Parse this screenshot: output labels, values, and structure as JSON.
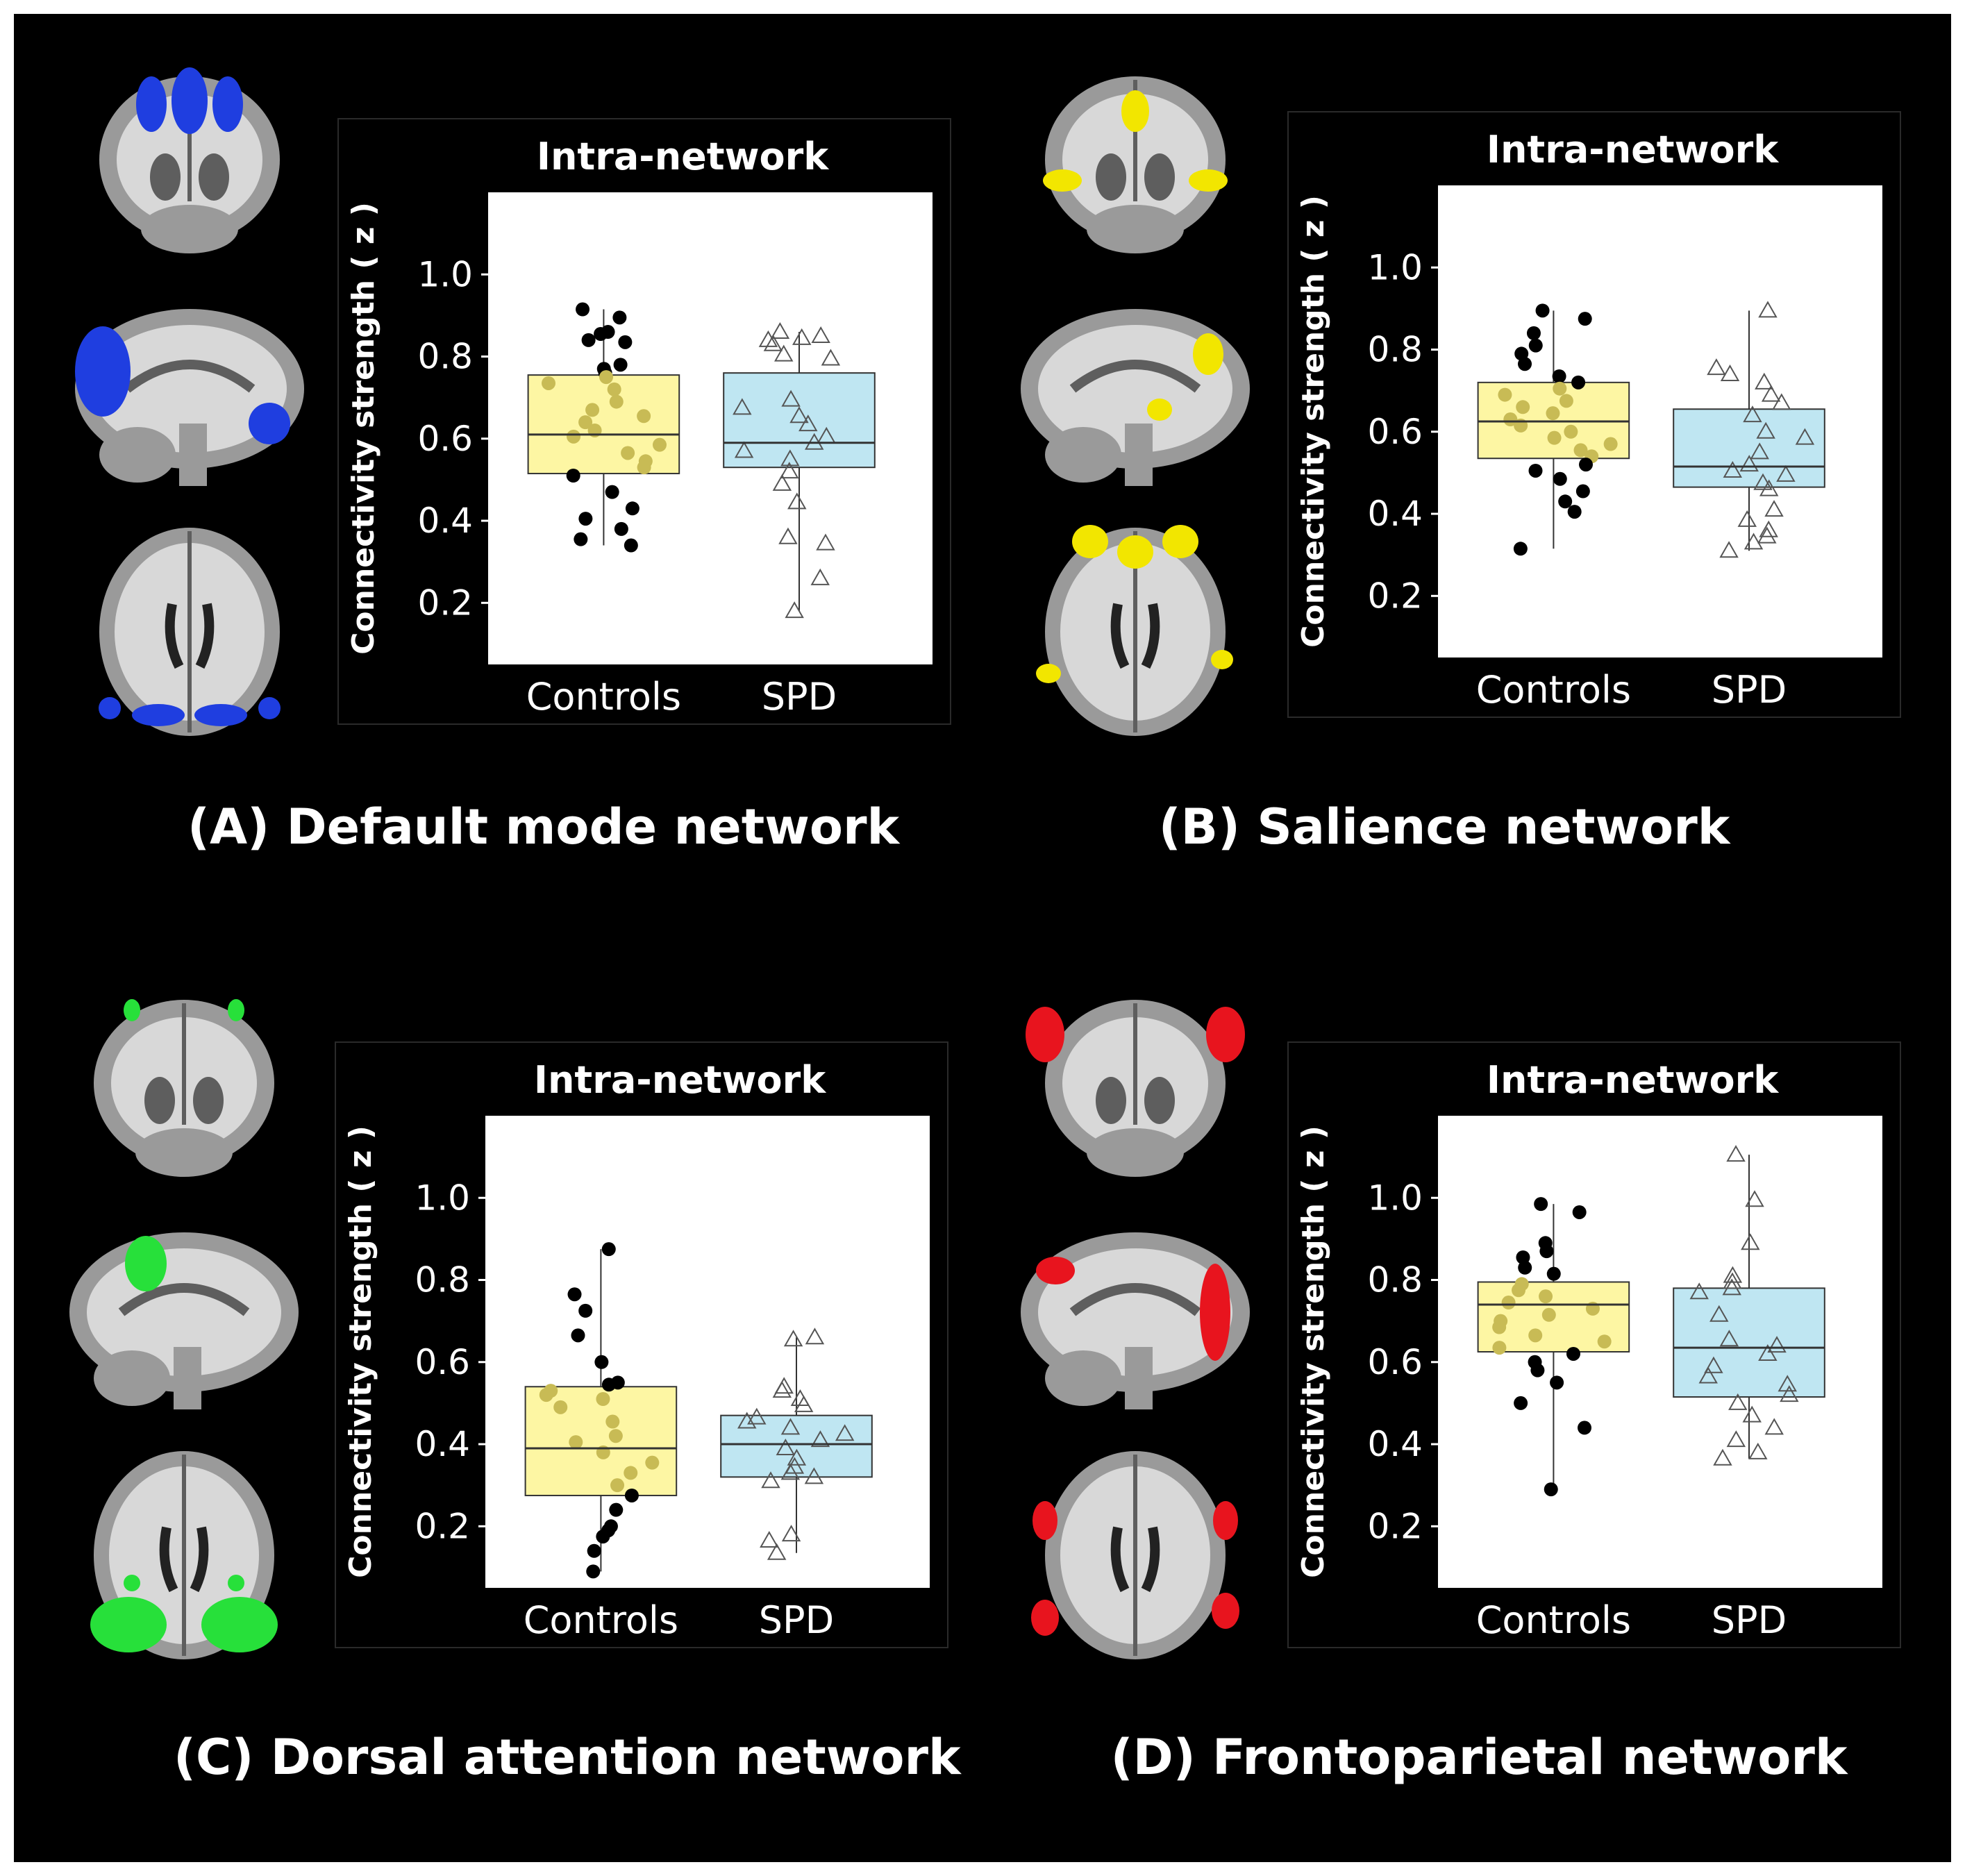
{
  "figure": {
    "background": "#000000",
    "controls_color": "#fdf6a3",
    "spd_color": "#bfe6f2"
  },
  "panels": [
    {
      "label": "(A) Default mode network",
      "network_color": "#1f3ee0",
      "brain_views": [
        "coronal-view",
        "sagittal-view",
        "axial-view"
      ],
      "chart_data": {
        "type": "box",
        "title": "Intra-network",
        "ylabel": "Connectivity strength ( z )",
        "categories": [
          "Controls",
          "SPD"
        ],
        "yticks": [
          "0.2",
          "0.4",
          "0.6",
          "0.8",
          "1.0"
        ],
        "ylim": [
          0.05,
          1.2
        ],
        "series": [
          {
            "median": 0.61,
            "q1": 0.515,
            "q3": 0.755,
            "whisker_low": 0.34,
            "whisker_high": 0.915,
            "points": [
              0.915,
              0.895,
              0.86,
              0.855,
              0.84,
              0.835,
              0.78,
              0.77,
              0.76,
              0.75,
              0.735,
              0.72,
              0.69,
              0.67,
              0.655,
              0.64,
              0.62,
              0.605,
              0.585,
              0.565,
              0.545,
              0.53,
              0.51,
              0.47,
              0.43,
              0.405,
              0.38,
              0.355,
              0.34
            ]
          },
          {
            "median": 0.59,
            "q1": 0.53,
            "q3": 0.76,
            "whisker_low": 0.18,
            "whisker_high": 0.86,
            "points": [
              0.86,
              0.85,
              0.845,
              0.84,
              0.83,
              0.805,
              0.795,
              0.695,
              0.675,
              0.655,
              0.635,
              0.605,
              0.59,
              0.57,
              0.55,
              0.52,
              0.49,
              0.445,
              0.36,
              0.345,
              0.26,
              0.18
            ]
          }
        ]
      }
    },
    {
      "label": "(B) Salience network",
      "network_color": "#f2e600",
      "brain_views": [
        "coronal-view",
        "sagittal-view",
        "axial-view"
      ],
      "chart_data": {
        "type": "box",
        "title": "Intra-network",
        "ylabel": "Connectivity strength ( z )",
        "categories": [
          "Controls",
          "SPD"
        ],
        "yticks": [
          "0.2",
          "0.4",
          "0.6",
          "0.8",
          "1.0"
        ],
        "ylim": [
          0.05,
          1.2
        ],
        "series": [
          {
            "median": 0.625,
            "q1": 0.535,
            "q3": 0.72,
            "whisker_low": 0.315,
            "whisker_high": 0.895,
            "points": [
              0.895,
              0.875,
              0.84,
              0.81,
              0.79,
              0.765,
              0.735,
              0.72,
              0.705,
              0.69,
              0.675,
              0.66,
              0.645,
              0.63,
              0.615,
              0.6,
              0.585,
              0.57,
              0.555,
              0.54,
              0.52,
              0.505,
              0.485,
              0.455,
              0.43,
              0.405,
              0.315
            ]
          },
          {
            "median": 0.515,
            "q1": 0.465,
            "q3": 0.655,
            "whisker_low": 0.31,
            "whisker_high": 0.895,
            "points": [
              0.895,
              0.755,
              0.74,
              0.72,
              0.69,
              0.67,
              0.64,
              0.6,
              0.585,
              0.55,
              0.52,
              0.505,
              0.495,
              0.475,
              0.46,
              0.41,
              0.385,
              0.36,
              0.345,
              0.33,
              0.31
            ]
          }
        ]
      }
    },
    {
      "label": "(C) Dorsal attention network",
      "network_color": "#27e03a",
      "brain_views": [
        "coronal-view",
        "sagittal-view",
        "axial-view"
      ],
      "chart_data": {
        "type": "box",
        "title": "Intra-network",
        "ylabel": "Connectivity strength ( z )",
        "categories": [
          "Controls",
          "SPD"
        ],
        "yticks": [
          "0.2",
          "0.4",
          "0.6",
          "0.8",
          "1.0"
        ],
        "ylim": [
          0.05,
          1.2
        ],
        "series": [
          {
            "median": 0.39,
            "q1": 0.275,
            "q3": 0.54,
            "whisker_low": 0.09,
            "whisker_high": 0.875,
            "points": [
              0.875,
              0.765,
              0.725,
              0.665,
              0.6,
              0.55,
              0.545,
              0.53,
              0.52,
              0.51,
              0.49,
              0.455,
              0.42,
              0.405,
              0.38,
              0.355,
              0.33,
              0.3,
              0.275,
              0.24,
              0.2,
              0.19,
              0.175,
              0.14,
              0.09
            ]
          },
          {
            "median": 0.4,
            "q1": 0.32,
            "q3": 0.47,
            "whisker_low": 0.135,
            "whisker_high": 0.66,
            "points": [
              0.66,
              0.655,
              0.54,
              0.53,
              0.51,
              0.495,
              0.465,
              0.455,
              0.44,
              0.425,
              0.41,
              0.39,
              0.365,
              0.345,
              0.33,
              0.32,
              0.31,
              0.18,
              0.165,
              0.135
            ]
          }
        ]
      }
    },
    {
      "label": "(D) Frontoparietal network",
      "network_color": "#e8141e",
      "brain_views": [
        "coronal-view",
        "sagittal-view",
        "axial-view"
      ],
      "chart_data": {
        "type": "box",
        "title": "Intra-network",
        "ylabel": "Connectivity strength ( z )",
        "categories": [
          "Controls",
          "SPD"
        ],
        "yticks": [
          "0.2",
          "0.4",
          "0.6",
          "0.8",
          "1.0"
        ],
        "ylim": [
          0.05,
          1.2
        ],
        "series": [
          {
            "median": 0.74,
            "q1": 0.625,
            "q3": 0.795,
            "whisker_low": 0.29,
            "whisker_high": 0.985,
            "points": [
              0.985,
              0.965,
              0.89,
              0.87,
              0.855,
              0.83,
              0.815,
              0.79,
              0.775,
              0.76,
              0.745,
              0.73,
              0.715,
              0.7,
              0.685,
              0.665,
              0.65,
              0.635,
              0.62,
              0.6,
              0.58,
              0.55,
              0.5,
              0.44,
              0.29
            ]
          },
          {
            "median": 0.635,
            "q1": 0.515,
            "q3": 0.78,
            "whisker_low": 0.365,
            "whisker_high": 1.105,
            "points": [
              1.105,
              0.995,
              0.89,
              0.81,
              0.795,
              0.78,
              0.77,
              0.715,
              0.655,
              0.64,
              0.62,
              0.59,
              0.565,
              0.545,
              0.52,
              0.5,
              0.47,
              0.44,
              0.41,
              0.38,
              0.365
            ]
          }
        ]
      }
    }
  ]
}
